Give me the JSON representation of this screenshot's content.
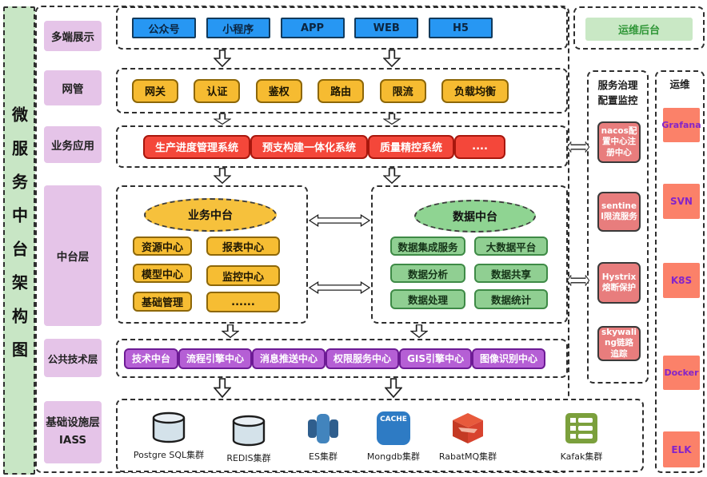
{
  "title": "微服务中台架构图",
  "colors": {
    "channel_blue": "#2797f3",
    "gateway_yellow": "#f6bb31",
    "app_red": "#f4473a",
    "layer_purple": "#e5c4e8",
    "tech_purple": "#b55fd5",
    "title_green": "#c8e6c5",
    "data_green": "#90cf92",
    "governance_salmon": "#e87d7d",
    "ops_coral": "#fb8169"
  },
  "left_layers": {
    "items": [
      {
        "label": "多端展示"
      },
      {
        "label": "网管"
      },
      {
        "label": "业务应用"
      },
      {
        "label": "中台层"
      },
      {
        "label": "公共技术层"
      },
      {
        "label": "基础设施层",
        "sublabel": "IASS"
      }
    ]
  },
  "channels": {
    "items": [
      "公众号",
      "小程序",
      "APP",
      "WEB",
      "H5"
    ]
  },
  "gateway": {
    "items": [
      "网关",
      "认证",
      "鉴权",
      "路由",
      "限流",
      "负载均衡"
    ]
  },
  "apps": {
    "items": [
      "生产进度管理系统",
      "预支构建一体化系统",
      "质量精控系统",
      "...."
    ]
  },
  "business_center": {
    "title": "业务中台",
    "items": [
      "资源中心",
      "报表中心",
      "模型中心",
      "监控中心",
      "基础管理",
      "......"
    ]
  },
  "data_center": {
    "title": "数据中台",
    "items": [
      "数据集成服务",
      "大数据平台",
      "数据分析",
      "数据共享",
      "数据处理",
      "数据统计"
    ]
  },
  "tech_layer": {
    "items": [
      "技术中台",
      "流程引擎中心",
      "消息推送中心",
      "权限服务中心",
      "GIS引擎中心",
      "图像识别中心"
    ]
  },
  "infrastructure": {
    "mongdb_badge": "CACHE",
    "items": [
      {
        "label": "Postgre SQL集群",
        "icon": "database-cylinder-icon"
      },
      {
        "label": "REDIS集群",
        "icon": "database-cylinder-icon"
      },
      {
        "label": "ES集群",
        "icon": "elasticsearch-icon"
      },
      {
        "label": "Mongdb集群",
        "icon": "mongodb-cache-icon"
      },
      {
        "label": "RabatMQ集群",
        "icon": "rabbitmq-cube-icon"
      },
      {
        "label": "Kafak集群",
        "icon": "kafka-list-icon"
      }
    ]
  },
  "ops_backend": {
    "label": "运维后台"
  },
  "governance": {
    "title_line1": "服务治理",
    "title_line2": "配置监控",
    "items": [
      "nacos配置中心注册中心",
      "sentinel限流服务",
      "Hystrix熔断保护",
      "skywaling链路追踪"
    ]
  },
  "ops": {
    "title": "运维",
    "items": [
      "Grafana",
      "SVN",
      "K8S",
      "Docker",
      "ELK"
    ]
  }
}
